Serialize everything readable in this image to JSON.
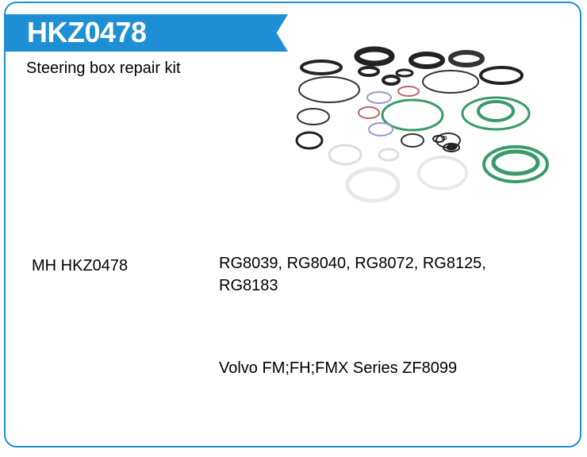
{
  "header": {
    "title": "HKZ0478",
    "subtitle": "Steering box repair kit"
  },
  "details": {
    "ref": "MH HKZ0478",
    "oe_line1": "RG8039, RG8040, RG8072, RG8125,",
    "oe_line2": "RG8183",
    "application": "Volvo FM;FH;FMX Series ZF8099"
  }
}
